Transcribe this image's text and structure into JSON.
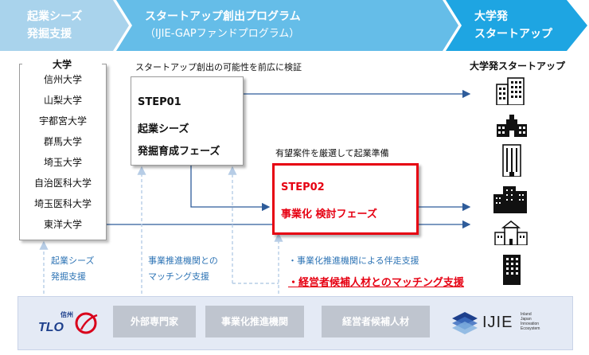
{
  "banner": {
    "stage1": [
      "起業シーズ",
      "発掘支援"
    ],
    "stage2": [
      "スタートアップ創出プログラム",
      "（IJIE-GAPファンドプログラム）"
    ],
    "stage3": [
      "大学発",
      "スタートアップ"
    ],
    "colors": {
      "stage1": "#a9d3ec",
      "stage2": "#65bde8",
      "stage3": "#1ea5e2"
    }
  },
  "universities": {
    "title": "大学",
    "items": [
      "信州大学",
      "山梨大学",
      "宇都宮大学",
      "群馬大学",
      "埼玉大学",
      "自治医科大学",
      "埼玉医科大学",
      "東洋大学"
    ]
  },
  "step1": {
    "note": "スタートアップ創出の可能性を前広に検証",
    "lines": [
      "STEP01",
      "起業シーズ",
      "発掘育成フェーズ"
    ]
  },
  "step2": {
    "note": "有望案件を厳選して起業準備",
    "lines": [
      "STEP02",
      "事業化 検討フェーズ"
    ],
    "accent": "#e60012"
  },
  "startups": {
    "title": "大学発スタートアップ",
    "icons": [
      "office-building-icon",
      "school-building-icon",
      "tower-building-icon",
      "city-buildings-icon",
      "university-building-icon",
      "dark-office-building-icon"
    ]
  },
  "support_notes": {
    "seeds": [
      "起業シーズ",
      "発掘支援"
    ],
    "matching": [
      "事業推進機関との",
      "マッチング支援"
    ],
    "business": "・事業化推進機関による伴走支援",
    "manager": "・経営者候補人材とのマッチング支援"
  },
  "bottom": {
    "logo_left": "信州TLO",
    "boxes": [
      "外部専門家",
      "事業化推進機関",
      "経営者候補人材"
    ],
    "logo_right": "IJIE",
    "logo_right_sub": [
      "Inland",
      "Japan",
      "Innovation",
      "Ecosystem"
    ]
  }
}
